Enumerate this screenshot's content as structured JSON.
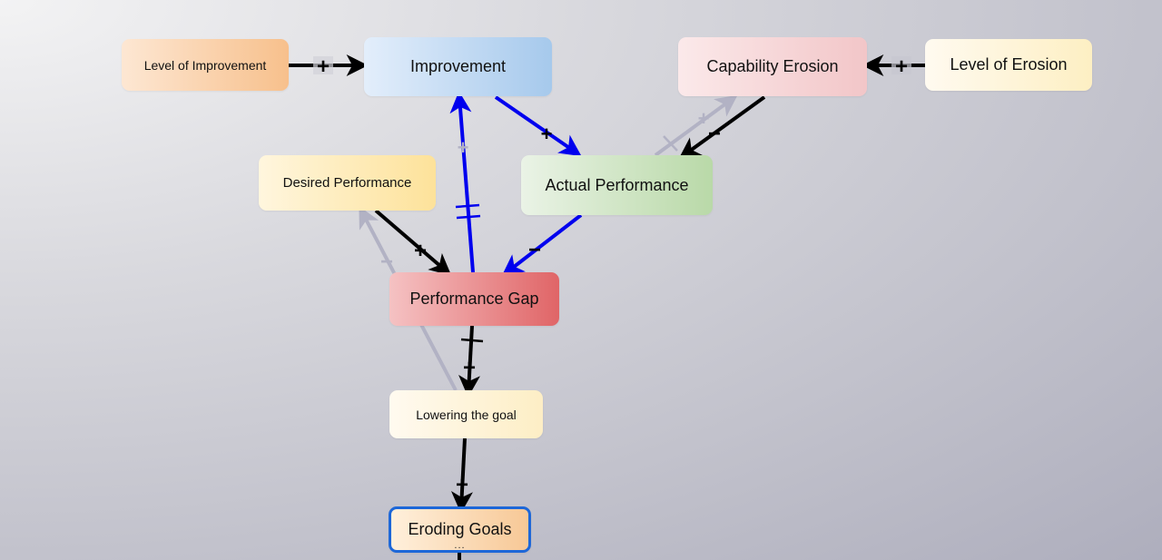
{
  "nodes": {
    "level_of_improvement": "Level of Improvement",
    "improvement": "Improvement",
    "capability_erosion": "Capability Erosion",
    "level_of_erosion": "Level of Erosion",
    "desired_performance": "Desired Performance",
    "actual_performance": "Actual Performance",
    "performance_gap": "Performance Gap",
    "lowering_the_goal": "Lowering the goal",
    "eroding_goals": "Eroding Goals"
  },
  "links": [
    {
      "from": "Level of Improvement",
      "to": "Improvement",
      "polarity": "+",
      "color": "#000000"
    },
    {
      "from": "Level of Erosion",
      "to": "Capability Erosion",
      "polarity": "+",
      "color": "#000000"
    },
    {
      "from": "Improvement",
      "to": "Actual Performance",
      "polarity": "+",
      "color": "#0000ee"
    },
    {
      "from": "Capability Erosion",
      "to": "Actual Performance",
      "polarity": "−",
      "color": "#000000"
    },
    {
      "from": "Actual Performance",
      "to": "Capability Erosion",
      "polarity": "+",
      "color": "#b2b2c4",
      "delay": true
    },
    {
      "from": "Actual Performance",
      "to": "Performance Gap",
      "polarity": "−",
      "color": "#0000ee"
    },
    {
      "from": "Desired Performance",
      "to": "Performance Gap",
      "polarity": "+",
      "color": "#000000"
    },
    {
      "from": "Performance Gap",
      "to": "Improvement",
      "polarity": "+",
      "color": "#0000ee",
      "delay": true
    },
    {
      "from": "Performance Gap",
      "to": "Lowering the goal",
      "polarity": "+",
      "color": "#000000",
      "delay": true
    },
    {
      "from": "Lowering the goal",
      "to": "Desired Performance",
      "polarity": "−",
      "color": "#b2b2c4"
    },
    {
      "from": "Lowering the goal",
      "to": "Eroding Goals",
      "polarity": "+",
      "color": "#000000"
    }
  ],
  "selected_node_accent": "#1d67d8",
  "selected_node_dots": "..."
}
